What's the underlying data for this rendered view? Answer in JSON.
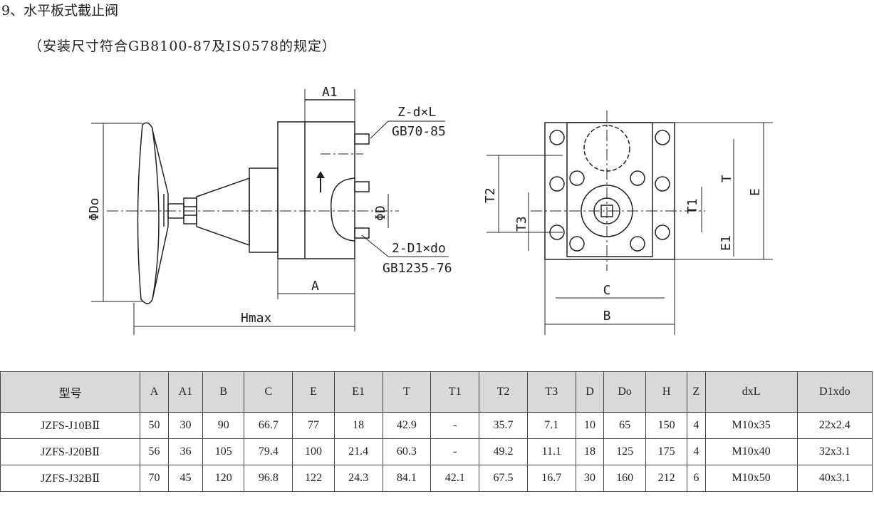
{
  "heading": {
    "title": "9、水平板式截止阀",
    "subtitle": "（安装尺寸符合GB8100-87及IS0578的规定）"
  },
  "drawing_labels": {
    "a1": "A1",
    "z_dxl": "Z-d×L",
    "gb70": "GB70-85",
    "phi_do": "ΦDo",
    "phi_d": "ΦD",
    "d1xdo": "2-D1×do",
    "gb1235": "GB1235-76",
    "a": "A",
    "hmax": "Hmax",
    "t2": "T2",
    "t3": "T3",
    "t": "T",
    "t1": "T1",
    "e": "E",
    "e1": "E1",
    "c": "C",
    "b": "B"
  },
  "table": {
    "headers": [
      "型号",
      "A",
      "A1",
      "B",
      "C",
      "E",
      "E1",
      "T",
      "T1",
      "T2",
      "T3",
      "D",
      "Do",
      "H",
      "Z",
      "dxL",
      "D1xdo"
    ],
    "rows": [
      [
        "JZFS-J10BⅡ",
        "50",
        "30",
        "90",
        "66.7",
        "77",
        "18",
        "42.9",
        "-",
        "35.7",
        "7.1",
        "10",
        "65",
        "150",
        "4",
        "M10x35",
        "22x2.4"
      ],
      [
        "JZFS-J20BⅡ",
        "56",
        "36",
        "105",
        "79.4",
        "100",
        "21.4",
        "60.3",
        "-",
        "49.2",
        "11.1",
        "18",
        "125",
        "175",
        "4",
        "M10x40",
        "32x3.1"
      ],
      [
        "JZFS-J32BⅡ",
        "70",
        "45",
        "120",
        "96.8",
        "122",
        "24.3",
        "84.1",
        "42.1",
        "67.5",
        "16.7",
        "30",
        "160",
        "212",
        "6",
        "M10x50",
        "40x3.1"
      ]
    ]
  }
}
